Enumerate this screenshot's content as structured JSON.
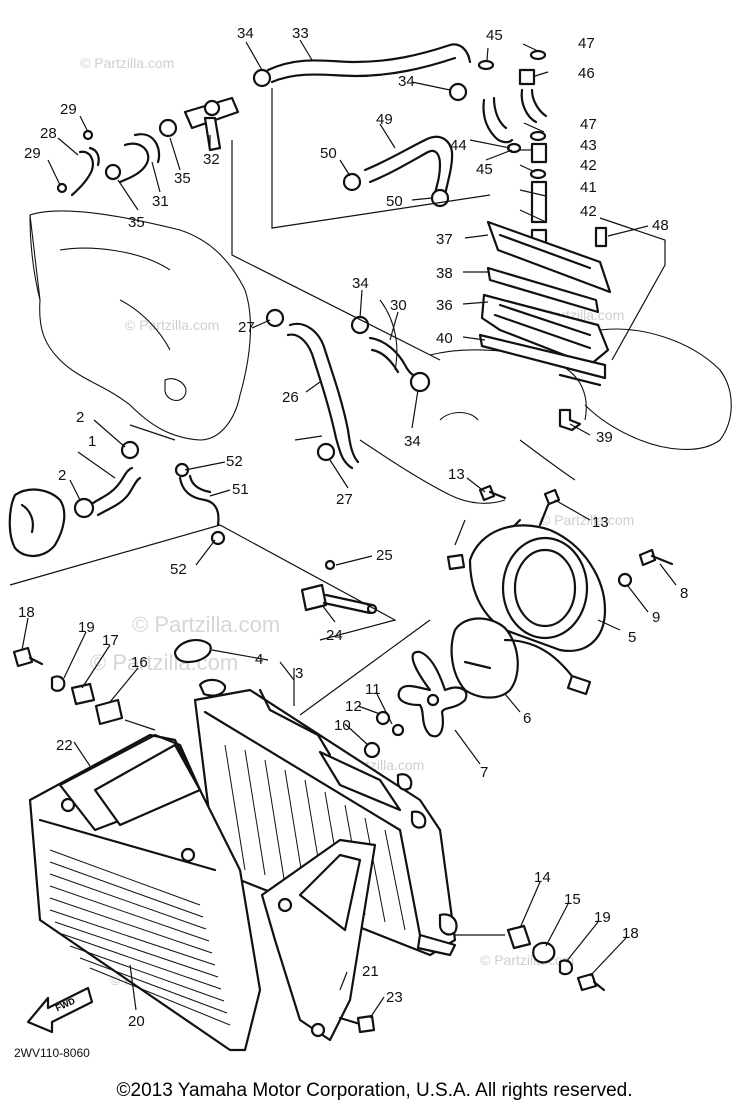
{
  "callouts": [
    {
      "n": "1"
    },
    {
      "n": "2"
    },
    {
      "n": "2"
    },
    {
      "n": "3"
    },
    {
      "n": "4"
    },
    {
      "n": "5"
    },
    {
      "n": "6"
    },
    {
      "n": "7"
    },
    {
      "n": "8"
    },
    {
      "n": "9"
    },
    {
      "n": "10"
    },
    {
      "n": "11"
    },
    {
      "n": "12"
    },
    {
      "n": "13"
    },
    {
      "n": "13"
    },
    {
      "n": "14"
    },
    {
      "n": "15"
    },
    {
      "n": "16"
    },
    {
      "n": "17"
    },
    {
      "n": "18"
    },
    {
      "n": "18"
    },
    {
      "n": "19"
    },
    {
      "n": "19"
    },
    {
      "n": "20"
    },
    {
      "n": "21"
    },
    {
      "n": "22"
    },
    {
      "n": "23"
    },
    {
      "n": "24"
    },
    {
      "n": "25"
    },
    {
      "n": "26"
    },
    {
      "n": "27"
    },
    {
      "n": "27"
    },
    {
      "n": "28"
    },
    {
      "n": "29"
    },
    {
      "n": "29"
    },
    {
      "n": "30"
    },
    {
      "n": "31"
    },
    {
      "n": "32"
    },
    {
      "n": "33"
    },
    {
      "n": "34"
    },
    {
      "n": "34"
    },
    {
      "n": "34"
    },
    {
      "n": "34"
    },
    {
      "n": "35"
    },
    {
      "n": "35"
    },
    {
      "n": "36"
    },
    {
      "n": "37"
    },
    {
      "n": "38"
    },
    {
      "n": "39"
    },
    {
      "n": "40"
    },
    {
      "n": "41"
    },
    {
      "n": "42"
    },
    {
      "n": "42"
    },
    {
      "n": "43"
    },
    {
      "n": "44"
    },
    {
      "n": "45"
    },
    {
      "n": "45"
    },
    {
      "n": "46"
    },
    {
      "n": "47"
    },
    {
      "n": "47"
    },
    {
      "n": "48"
    },
    {
      "n": "49"
    },
    {
      "n": "50"
    },
    {
      "n": "50"
    },
    {
      "n": "51"
    },
    {
      "n": "52"
    },
    {
      "n": "52"
    }
  ],
  "watermark": "© Partzilla.com",
  "drawing_code": "2WV110-8060",
  "fwd_label": "FWD",
  "copyright": "©2013  Yamaha Motor Corporation, U.S.A. All rights reserved."
}
